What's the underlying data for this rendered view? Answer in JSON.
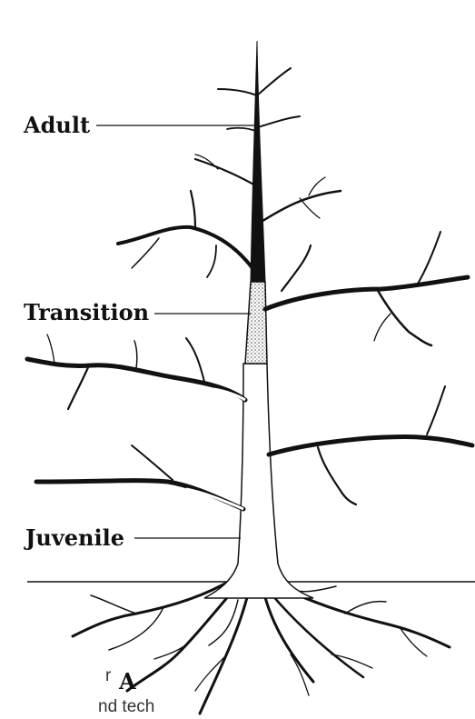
{
  "figure": {
    "panel_letter": "A",
    "labels": {
      "adult": "Adult",
      "transition": "Transition",
      "juvenile": "Juvenile"
    },
    "cutoff_caption": {
      "line1": "r",
      "line2": "nd tech"
    }
  },
  "colors": {
    "ink": "#111111",
    "wood": "#ffffff",
    "transition_stipple": "#777777"
  }
}
